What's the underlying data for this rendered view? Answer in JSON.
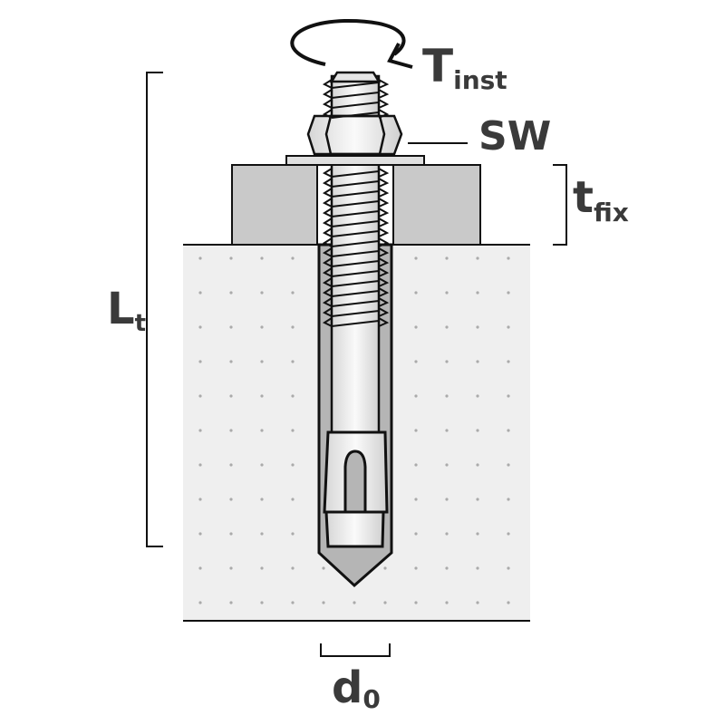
{
  "labels": {
    "torque": {
      "main": "T",
      "sub": "inst"
    },
    "wrench_size": {
      "main": "SW"
    },
    "fixture_thickness": {
      "main": "t",
      "sub": "fix"
    },
    "total_length": {
      "main": "L",
      "sub": "t"
    },
    "drill_diameter": {
      "main": "d",
      "sub": "0"
    }
  },
  "colors": {
    "concrete": "#efefef",
    "fixture": "#c9c9c9",
    "hole": "#b5b5b5",
    "steel": "#ececec",
    "outline": "#111111",
    "label": "#3a3a3a"
  }
}
